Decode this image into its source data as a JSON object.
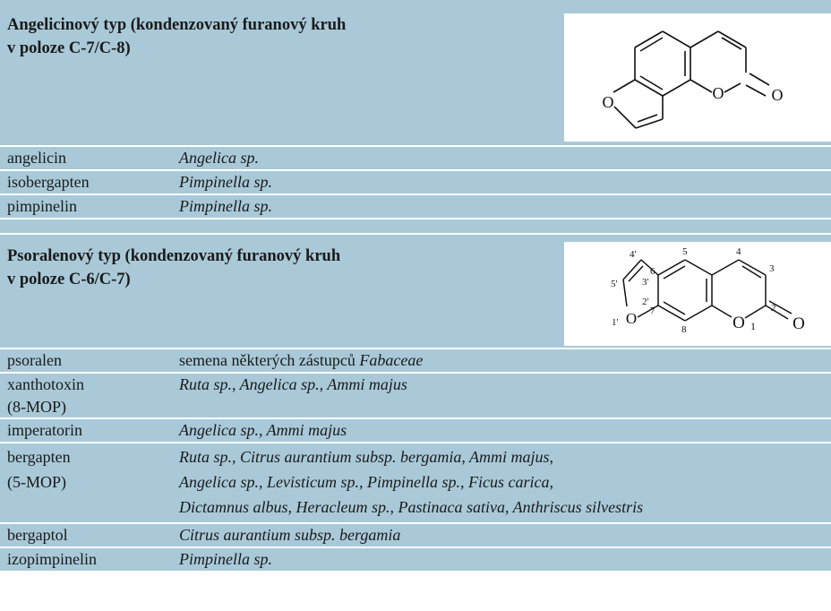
{
  "sections": [
    {
      "title_line1": "Angelicinový typ (kondenzovaný furanový kruh",
      "title_line2": "v poloze C-7/C-8)",
      "structure_atoms": {
        "o_ring": "O",
        "o_furan": "O",
        "o_carbonyl": "O"
      },
      "rows": [
        {
          "name": "angelicin",
          "source": "Angelica sp."
        },
        {
          "name": "isobergapten",
          "source": "Pimpinella sp."
        },
        {
          "name": "pimpinelin",
          "source": "Pimpinella sp."
        }
      ]
    },
    {
      "title_line1": "Psoralenový typ (kondenzovaný furanový kruh",
      "title_line2": "v poloze C-6/C-7)",
      "structure_atoms": {
        "o_ring": "O",
        "o_ring_num": "1",
        "o_furan": "O",
        "o_furan_num": "1'",
        "o_carbonyl": "O",
        "n2": "2",
        "n3": "3",
        "n4": "4",
        "n5": "5",
        "n6": "6",
        "n7": "7",
        "n8": "8",
        "n2p": "2'",
        "n3p": "3'",
        "n4p": "4'",
        "n5p": "5'"
      },
      "rows": [
        {
          "name": "psoralen",
          "source_plain": "semena některých zástupců ",
          "source": "Fabaceae"
        },
        {
          "name_line1": "xanthotoxin",
          "name_line2": "(8-MOP)",
          "source": "Ruta sp., Angelica sp., Ammi majus"
        },
        {
          "name": "imperatorin",
          "source": "Angelica sp., Ammi majus"
        },
        {
          "name_line1": "bergapten",
          "name_line2": "(5-MOP)",
          "source_line1": "Ruta sp., Citrus aurantium subsp. bergamia, Ammi majus,",
          "source_line2": "Angelica sp., Levisticum sp., Pimpinella sp., Ficus carica,",
          "source_line3": "Dictamnus albus, Heracleum sp., Pastinaca sativa, Anthriscus silvestris"
        },
        {
          "name": "bergaptol",
          "source": "Citrus aurantium subsp. bergamia"
        },
        {
          "name": "izopimpinelin",
          "source": "Pimpinella sp."
        }
      ]
    }
  ]
}
